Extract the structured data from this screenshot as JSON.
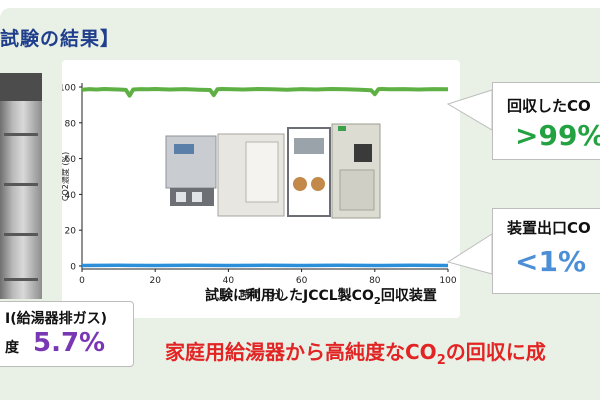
{
  "heading": "試験の結果】",
  "left_box": {
    "label": "I(給湯器排ガス)",
    "prefix": "度",
    "value": "5.7%"
  },
  "callout_top": {
    "label": "回収したCO",
    "value": ">99%"
  },
  "callout_bottom": {
    "label": "装置出口CO",
    "value": "<1%"
  },
  "photo_caption": {
    "pre": "試験に利用したJCCL製CO",
    "sub": "2",
    "post": "回収装置"
  },
  "bottom_message": {
    "pre": "家庭用給湯器から高純度なCO",
    "sub": "2",
    "post": "の回収に成"
  },
  "colors": {
    "recovered_line": "#5fb044",
    "outlet_line": "#2c8fd9",
    "top_value": "#24a241",
    "bottom_value": "#4d8fd6",
    "exhaust_value": "#7a37b4",
    "message": "#e22424",
    "heading": "#1f3f8c"
  },
  "chart_data": {
    "type": "line",
    "xlabel": "時間（分）",
    "ylabel": "CO2濃度 (%)",
    "xlim": [
      0,
      100
    ],
    "ylim": [
      0,
      100
    ],
    "xticks": [
      0,
      20,
      40,
      60,
      80,
      100
    ],
    "yticks": [
      0,
      20,
      40,
      60,
      80,
      100
    ],
    "grid": false,
    "series": [
      {
        "x": [
          0,
          2,
          4,
          6,
          8,
          10,
          12,
          13,
          14,
          16,
          18,
          20,
          24,
          28,
          32,
          35,
          36,
          37,
          38,
          40,
          44,
          48,
          52,
          56,
          60,
          64,
          68,
          72,
          76,
          79,
          80,
          81,
          82,
          84,
          88,
          92,
          96,
          100
        ],
        "y": [
          98.5,
          98.8,
          98.6,
          98.9,
          98.7,
          98.6,
          98.4,
          95.2,
          98.6,
          98.8,
          98.7,
          98.9,
          98.6,
          98.8,
          98.5,
          98.3,
          95.5,
          98.7,
          98.9,
          98.8,
          98.6,
          98.9,
          98.7,
          98.5,
          98.8,
          98.6,
          98.9,
          98.7,
          98.5,
          98.2,
          96.0,
          98.8,
          98.9,
          98.7,
          98.8,
          98.6,
          98.8,
          98.7
        ]
      },
      {
        "x": [
          0,
          10,
          20,
          30,
          40,
          50,
          60,
          70,
          80,
          90,
          100
        ],
        "y": [
          0.3,
          0.4,
          0.3,
          0.4,
          0.3,
          0.4,
          0.3,
          0.4,
          0.3,
          0.4,
          0.3
        ]
      }
    ]
  }
}
